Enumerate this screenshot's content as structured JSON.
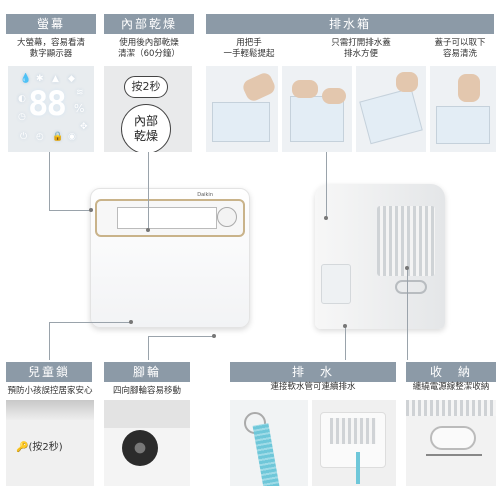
{
  "sections": {
    "screen": {
      "header": "螢幕",
      "caption_line1": "大螢幕，容易看清",
      "caption_line2": "數字顯示器",
      "digits": "88",
      "percent": "%"
    },
    "dry": {
      "header": "內部乾燥",
      "caption_line1": "使用後內部乾燥",
      "caption_line2": "清潔（60分鐘）",
      "button_label": "按2秒",
      "ring_line1": "內部",
      "ring_line2": "乾燥"
    },
    "drain_tank": {
      "header": "排水箱",
      "captions": [
        {
          "line1": "用把手",
          "line2": "一手輕鬆提起"
        },
        {
          "line1": "只需打開排水蓋",
          "line2": "排水方便"
        },
        {
          "line1": "蓋子可以取下",
          "line2": "容易清洗"
        }
      ]
    },
    "product": {
      "brand": "Daikin"
    },
    "child_lock": {
      "header": "兒童鎖",
      "caption": "預防小孩誤控居家安心",
      "key_label": "(按2秒)"
    },
    "wheels": {
      "header": "腳輪",
      "caption": "四向腳輪容易移動"
    },
    "drain": {
      "header": "排　水",
      "caption": "連接軟水管可連續排水"
    },
    "storage": {
      "header": "收　納",
      "caption": "纏繞電源線整潔收納"
    }
  },
  "colors": {
    "header_bg": "#8c9aa7",
    "accent_gold": "#c9b38a",
    "hose_blue": "#6fc7d9"
  }
}
